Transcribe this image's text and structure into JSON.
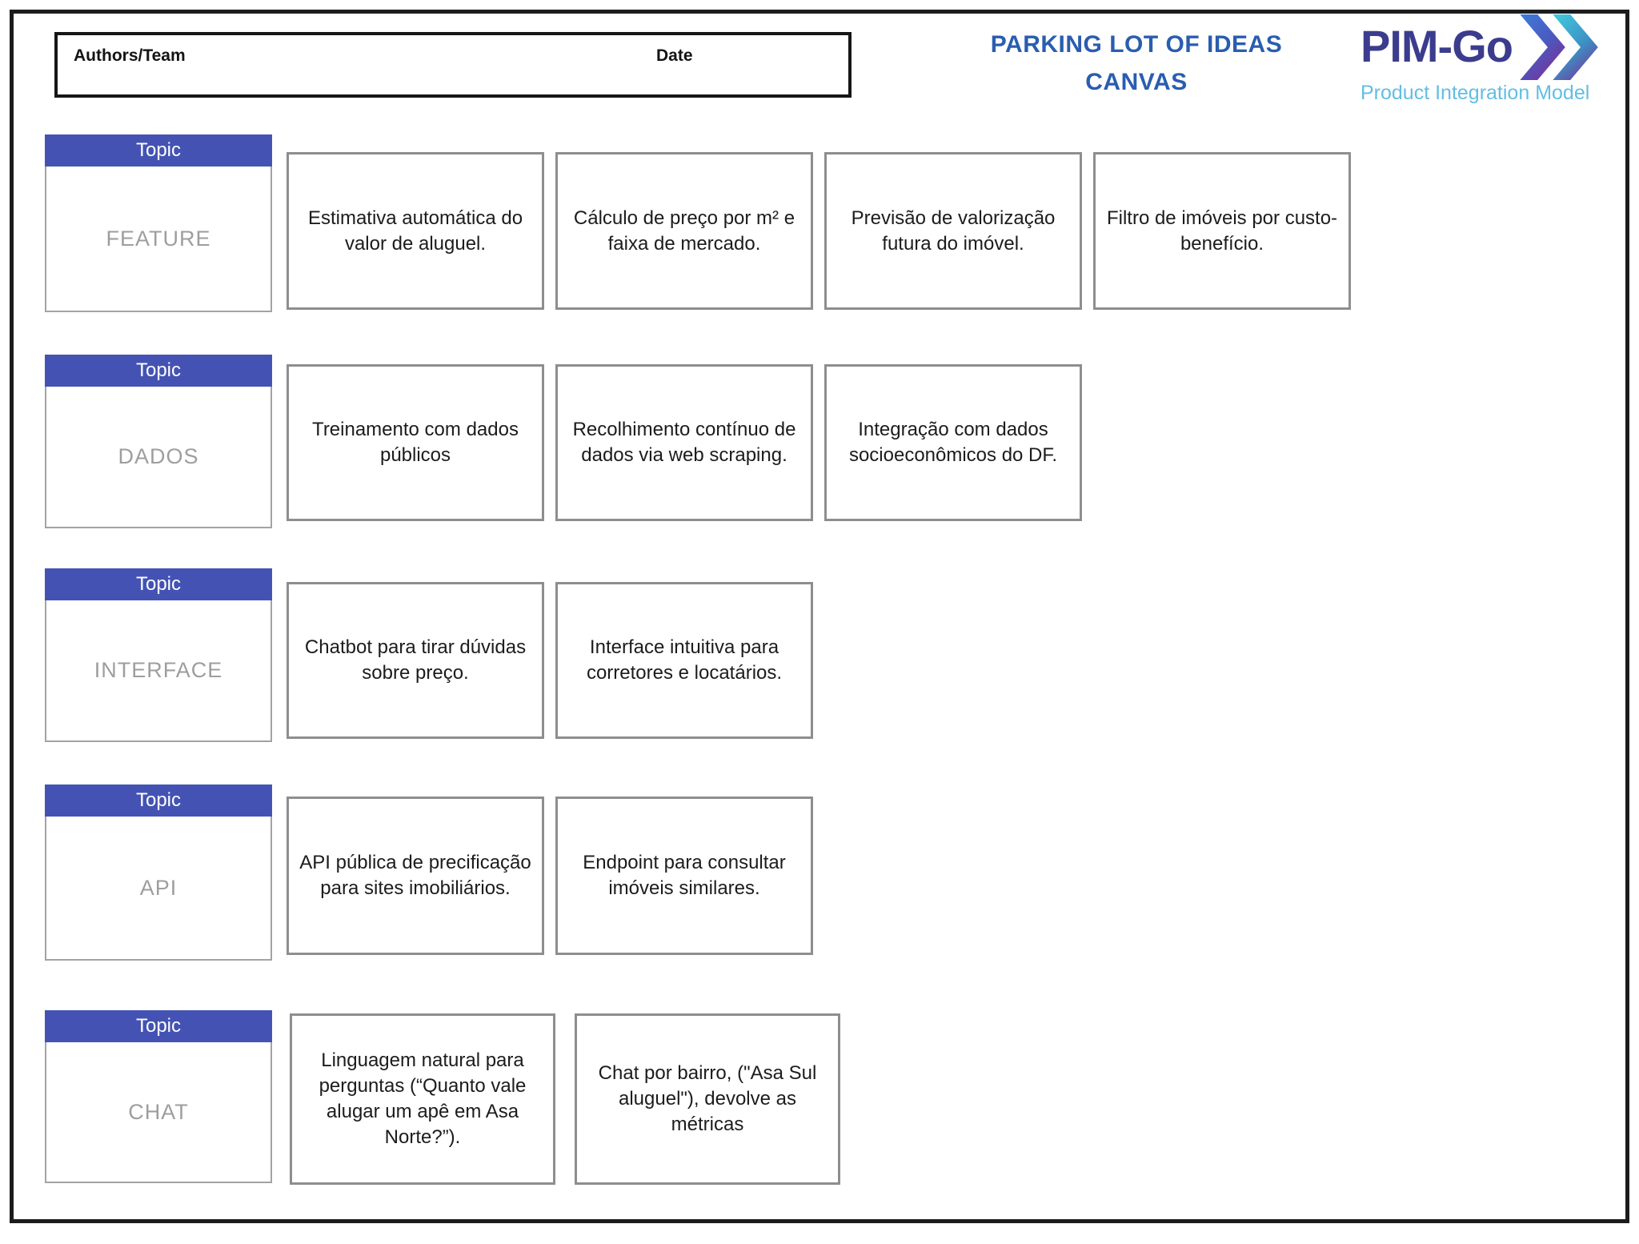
{
  "header": {
    "authors_label": "Authors/Team",
    "date_label": "Date",
    "title_line1": "PARKING LOT OF IDEAS",
    "title_line2": "CANVAS"
  },
  "logo": {
    "wordmark": "PIM-Go",
    "subtitle": "Product Integration Model",
    "chevron_icon": "double-chevron-right"
  },
  "topic_label": "Topic",
  "colors": {
    "topic_header_blue": "#4453B3",
    "title_blue": "#2A5DB0",
    "logo_indigo": "#3C3C8E",
    "logo_subtitle_blue": "#62BEE2",
    "card_border_gray": "#8E8E8E",
    "topic_text_gray": "#9E9E9E"
  },
  "rows": [
    {
      "topic": "FEATURE",
      "cards": [
        "Estimativa automática do valor de aluguel.",
        "Cálculo de preço por m² e faixa de mercado.",
        "Previsão de valorização futura do imóvel.",
        "Filtro de imóveis por custo-benefício."
      ]
    },
    {
      "topic": "DADOS",
      "cards": [
        "Treinamento com dados públicos",
        "Recolhimento contínuo de dados via web scraping.",
        "Integração com dados socioeconômicos do DF."
      ]
    },
    {
      "topic": "INTERFACE",
      "cards": [
        "Chatbot para tirar dúvidas sobre preço.",
        "Interface intuitiva para corretores e locatários."
      ]
    },
    {
      "topic": "API",
      "cards": [
        "API pública de precificação para sites imobiliários.",
        "Endpoint para consultar imóveis similares."
      ]
    },
    {
      "topic": "CHAT",
      "cards": [
        "Linguagem natural para perguntas (“Quanto vale alugar um apê em Asa Norte?”).",
        "Chat por bairro, (\"Asa Sul aluguel\"), devolve as métricas"
      ]
    }
  ]
}
